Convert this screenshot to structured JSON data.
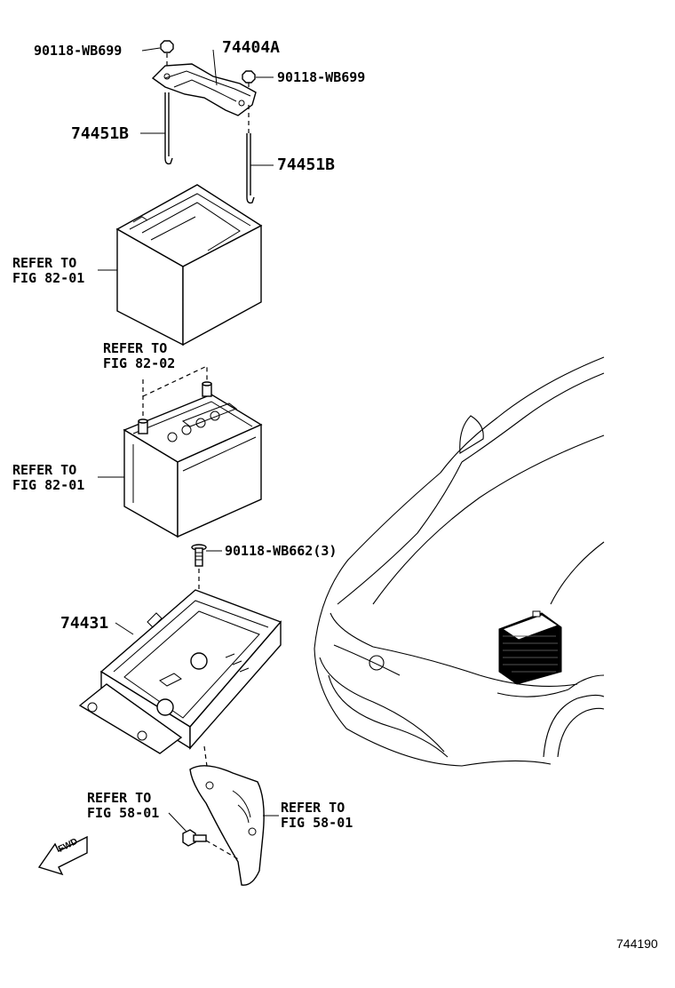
{
  "labels": {
    "bolt_top_left": "90118-WB699",
    "clamp": "74404A",
    "bolt_top_right": "90118-WB699",
    "rod_left": "74451B",
    "rod_right": "74451B",
    "ref_insulator_1": "REFER TO",
    "ref_insulator_2": "FIG 82-01",
    "ref_terminal_1": "REFER TO",
    "ref_terminal_2": "FIG 82-02",
    "ref_battery_1": "REFER TO",
    "ref_battery_2": "FIG 82-01",
    "bolt_tray": "90118-WB662(3)",
    "tray": "74431",
    "ref_bolt_bracket_1": "REFER TO",
    "ref_bolt_bracket_2": "FIG 58-01",
    "ref_bracket_1": "REFER TO",
    "ref_bracket_2": "FIG 58-01",
    "fwd": "FWD",
    "drawing_code": "744190"
  }
}
